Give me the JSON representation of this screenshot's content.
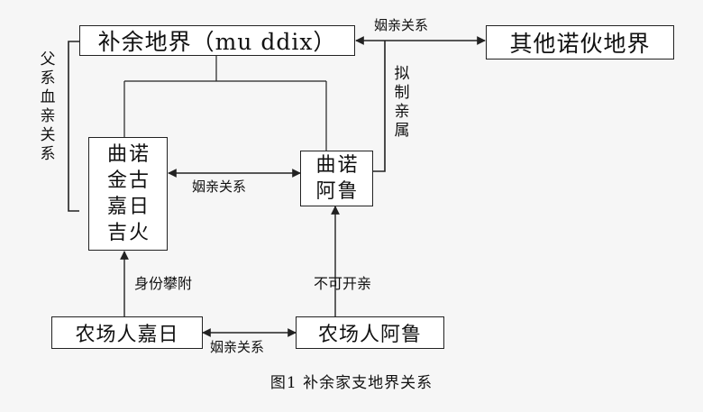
{
  "nodes": {
    "buyu": "补余地界（mu ddix）",
    "other": "其他诺伙地界",
    "qunuo_jingu": [
      "曲",
      "诺",
      "金",
      "古",
      "嘉",
      "日",
      "吉",
      "火"
    ],
    "qunuo_alu": [
      "曲",
      "诺",
      "阿",
      "鲁"
    ],
    "nongchang_jiari": "农场人嘉日",
    "nongchang_alu": "农场人阿鲁"
  },
  "edges": {
    "marriage_top": "姻亲关系",
    "marriage_mid": "姻亲关系",
    "marriage_bottom": "姻亲关系",
    "paternal": "父系血亲关系",
    "fictive_kin": "拟制亲属",
    "status_attach": "身份攀附",
    "no_intermarriage": "不可开亲"
  },
  "caption": "图1 补余家支地界关系"
}
